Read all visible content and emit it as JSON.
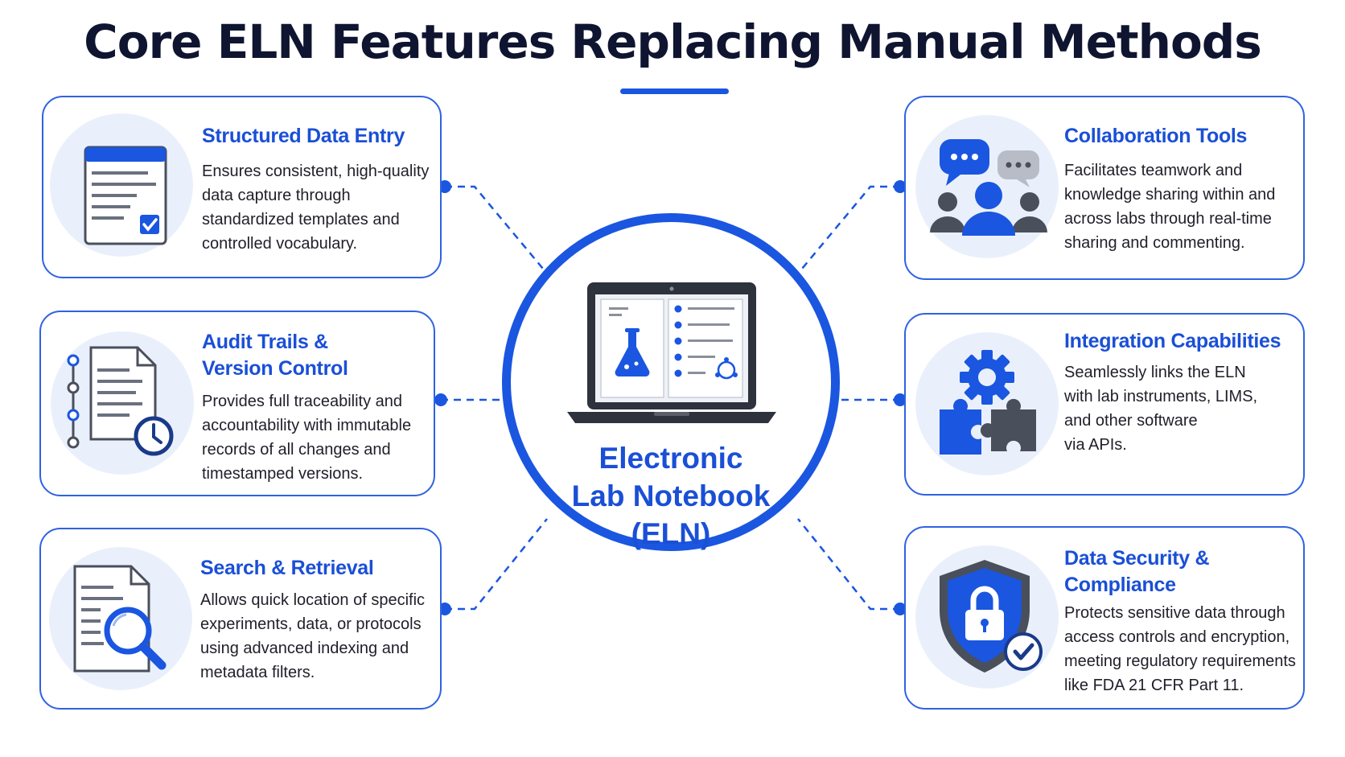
{
  "header": {
    "title": "Core ELN Features Replacing Manual Methods"
  },
  "hub": {
    "line1": "Electronic",
    "line2": "Lab Notebook",
    "line3": "(ELN)"
  },
  "features": [
    {
      "title": "Structured Data Entry",
      "desc": [
        "Ensures consistent, high-quality",
        "data capture through",
        "standardized templates and",
        "controlled vocabulary."
      ],
      "icon": "form-checkbox-icon"
    },
    {
      "title": [
        "Audit Trails &",
        "Version Control"
      ],
      "desc": [
        "Provides full traceability and",
        "accountability with immutable",
        "records of all changes and",
        "timestamped versions."
      ],
      "icon": "document-history-icon"
    },
    {
      "title": "Search & Retrieval",
      "desc": [
        "Allows quick location of specific",
        "experiments, data, or protocols",
        "using advanced indexing and",
        "metadata filters."
      ],
      "icon": "document-search-icon"
    },
    {
      "title": "Collaboration Tools",
      "desc": [
        "Facilitates teamwork and",
        "knowledge sharing within and",
        "across labs through real-time",
        "sharing and commenting."
      ],
      "icon": "team-chat-icon"
    },
    {
      "title": "Integration Capabilities",
      "desc": [
        "Seamlessly links the ELN",
        "with lab instruments, LIMS,",
        "and other software",
        "via APIs."
      ],
      "icon": "gear-puzzle-icon"
    },
    {
      "title": [
        "Data Security &",
        "Compliance"
      ],
      "desc": [
        "Protects sensitive data through",
        "access controls and encryption,",
        "meeting regulatory requirements",
        "like FDA 21 CFR Part 11."
      ],
      "icon": "shield-lock-icon"
    }
  ],
  "colors": {
    "accent": "#1a56e0",
    "title_text": "#0f1530",
    "feature_title": "#1a4fd6",
    "icon_bg": "#eaf0fb",
    "icon_gray": "#4a4f5c"
  }
}
